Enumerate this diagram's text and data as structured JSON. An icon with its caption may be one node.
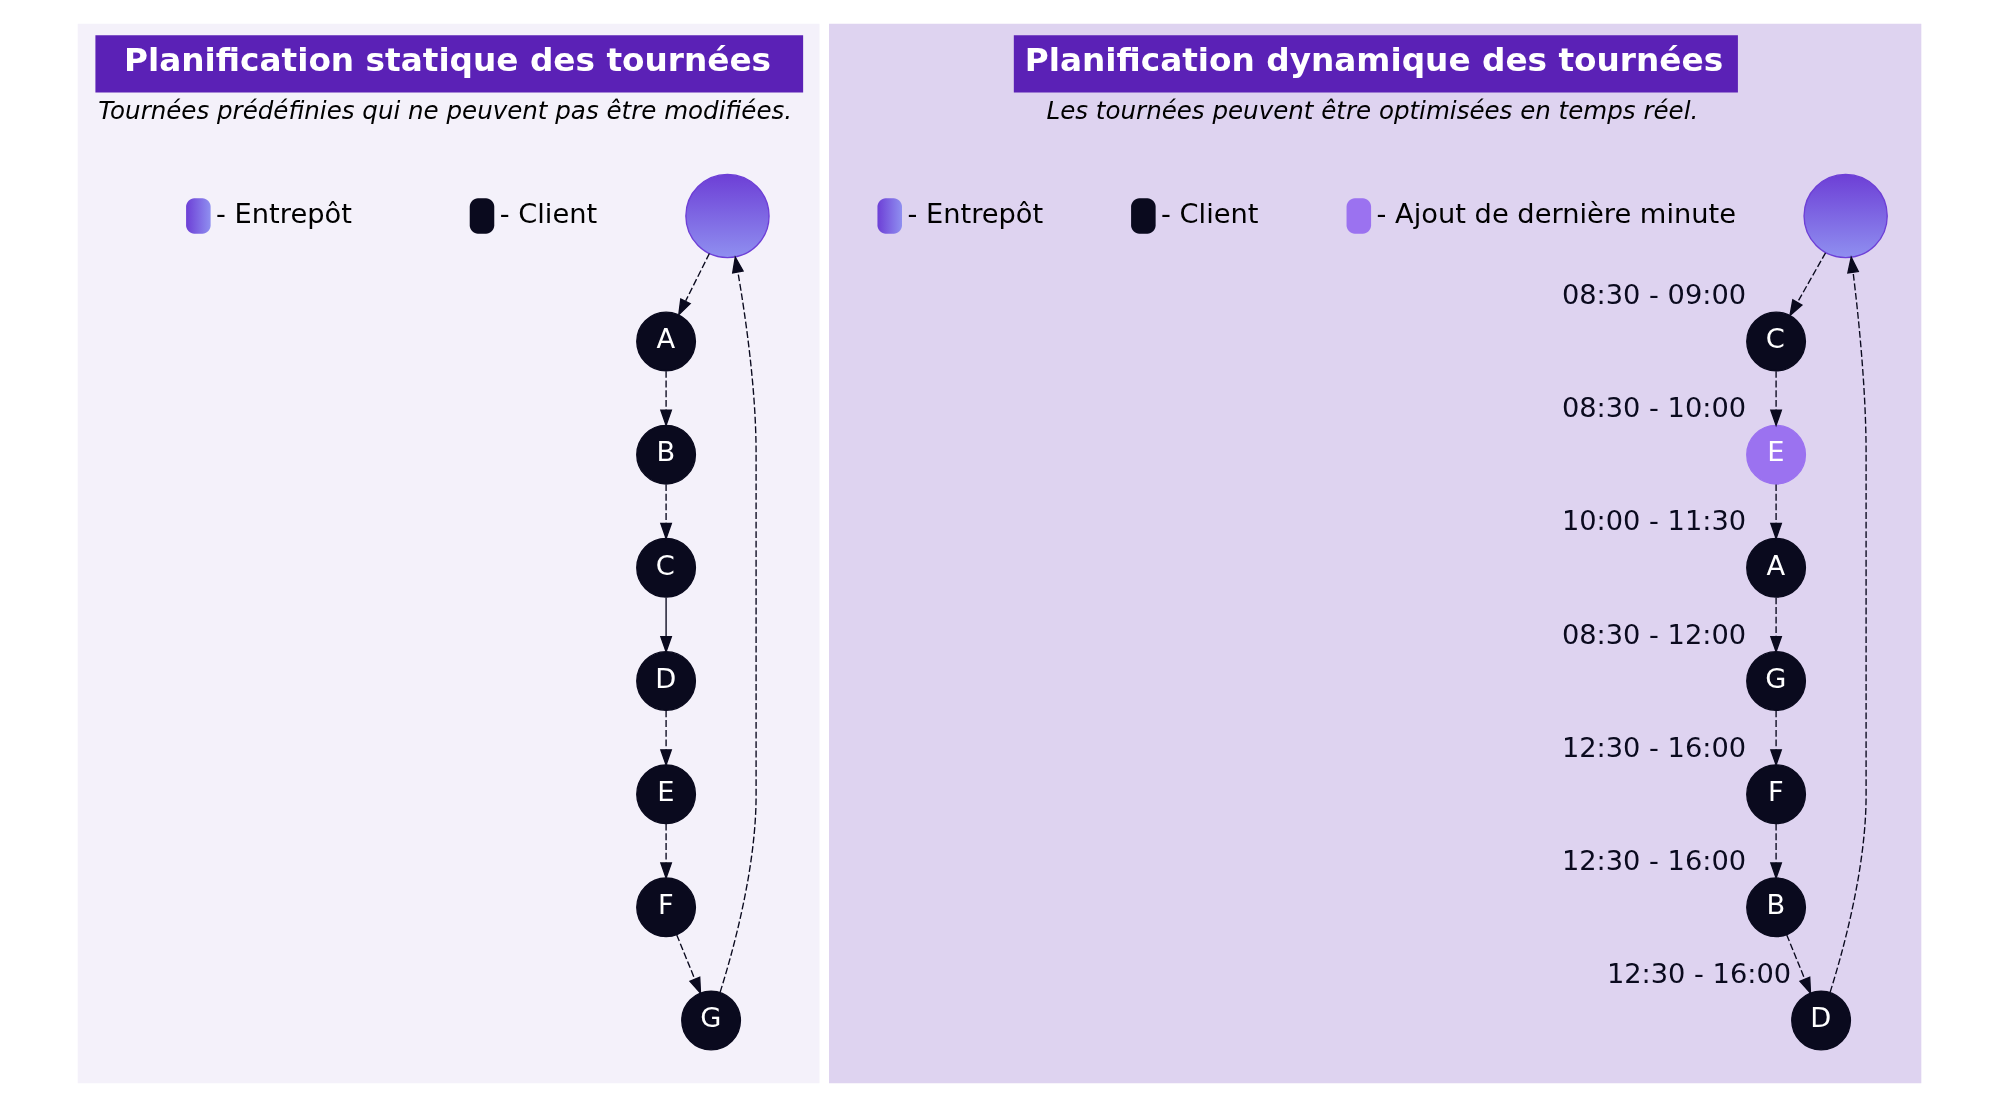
{
  "diagram": {
    "nodes": [
      {
        "text": [
          "Planification statique des tournées",
          "Tournées prédéfinies qui ne peuvent pas être modifiées."
        ]
      },
      {
        "text": [],
        "shape": "circle",
        "in": 0
      },
      {
        "text": [
          "A"
        ],
        "in": 0
      },
      {
        "text": [
          "B"
        ],
        "in": 0
      },
      {
        "text": [
          "C"
        ],
        "in": 0
      },
      {
        "text": [
          "D"
        ],
        "in": 0
      },
      {
        "text": [
          "E"
        ],
        "in": 0
      },
      {
        "text": [
          "F"
        ],
        "in": 0
      },
      {
        "text": [
          "G"
        ],
        "in": 0
      },
      {
        "text": [
          "Planification dynamique des tournées",
          "Les tournées peuvent être optimisées en temps réel."
        ]
      },
      {
        "text": [],
        "shape": "circle",
        "in": 9
      },
      {
        "text": [
          "A"
        ],
        "in": 9,
        "beside": [
          "10:00 - 11:30"
        ]
      },
      {
        "text": [
          "C"
        ],
        "in": 9,
        "beside": [
          "08:30 - 09:00"
        ]
      },
      {
        "text": [
          "B"
        ],
        "in": 9,
        "beside": [
          "12:30 - 16:00"
        ]
      },
      {
        "text": [
          "D"
        ],
        "in": 9,
        "beside": [
          "12:30 - 16:00"
        ]
      },
      {
        "text": [
          "G"
        ],
        "in": 9,
        "beside": [
          "08:30 - 12:00"
        ]
      },
      {
        "text": [
          "E"
        ],
        "in": 9,
        "beside": [
          "08:30 - 10:00"
        ]
      },
      {
        "text": [
          "F"
        ],
        "in": 9,
        "beside": [
          "12:30 - 16:00"
        ]
      }
    ],
    "edges": [
      {
        "from": 1,
        "to": 2,
        "arrow": "to",
        "style": "dashed"
      },
      {
        "from": 2,
        "to": 3,
        "arrow": "to",
        "style": "dashed"
      },
      {
        "from": 3,
        "to": 4,
        "arrow": "to",
        "style": "dashed"
      },
      {
        "from": 4,
        "to": 5,
        "arrow": "to"
      },
      {
        "from": 5,
        "to": 6,
        "arrow": "to",
        "style": "dashed"
      },
      {
        "from": 6,
        "to": 7,
        "arrow": "to",
        "style": "dashed"
      },
      {
        "from": 7,
        "to": 8,
        "arrow": "to",
        "style": "dashed"
      },
      {
        "from": 8,
        "to": 1,
        "arrow": "to",
        "style": "dashed"
      },
      {
        "from": 10,
        "to": 12,
        "arrow": "to",
        "style": "dashed"
      },
      {
        "from": 12,
        "to": 16,
        "arrow": "to",
        "style": "dashed"
      },
      {
        "from": 16,
        "to": 11,
        "arrow": "to",
        "style": "dashed"
      },
      {
        "from": 11,
        "to": 15,
        "arrow": "to",
        "style": "dashed"
      },
      {
        "from": 15,
        "to": 17,
        "arrow": "to",
        "style": "dashed"
      },
      {
        "from": 17,
        "to": 13,
        "arrow": "to",
        "style": "dashed"
      },
      {
        "from": 13,
        "to": 14,
        "arrow": "to",
        "style": "dashed"
      },
      {
        "from": 14,
        "to": 10,
        "arrow": "to",
        "style": "dashed"
      }
    ],
    "legend": [
      {
        "text": "- Entrepôt"
      },
      {
        "text": "- Client",
        "color": "#0a0a1e"
      },
      {
        "text": "- Entrepôt"
      },
      {
        "text": "- Client",
        "color": "#0a0a1e"
      },
      {
        "text": "- Ajout de dernière minute",
        "color": "#9b72f0"
      }
    ]
  }
}
